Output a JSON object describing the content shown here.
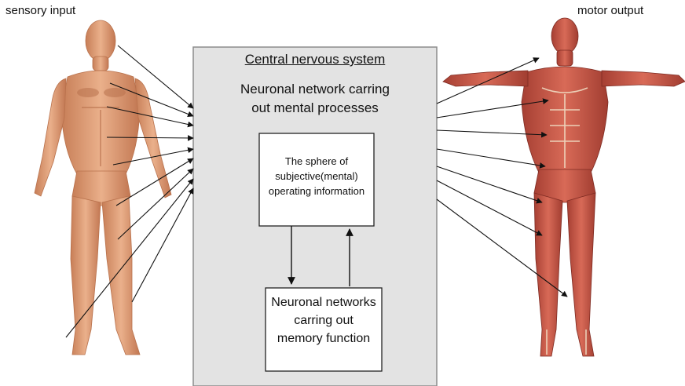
{
  "labels": {
    "sensory_input": "sensory input",
    "motor_output": "motor output"
  },
  "cns": {
    "title": "Central nervous system",
    "network_text": "Neuronal network carring\nout mental processes",
    "sphere_text": "The sphere of\nsubjective(mental)\noperating information",
    "memory_text": "Neuronal networks\ncarring out\nmemory function"
  },
  "colors": {
    "cns_fill": "#e3e3e3",
    "cns_stroke": "#8c8c8c",
    "skin": "#e2a27a",
    "skin_shade": "#c8815a",
    "muscle": "#c9584a",
    "muscle_dark": "#9c3a30",
    "tendon": "#f0ddc4",
    "arrow": "#111111"
  }
}
